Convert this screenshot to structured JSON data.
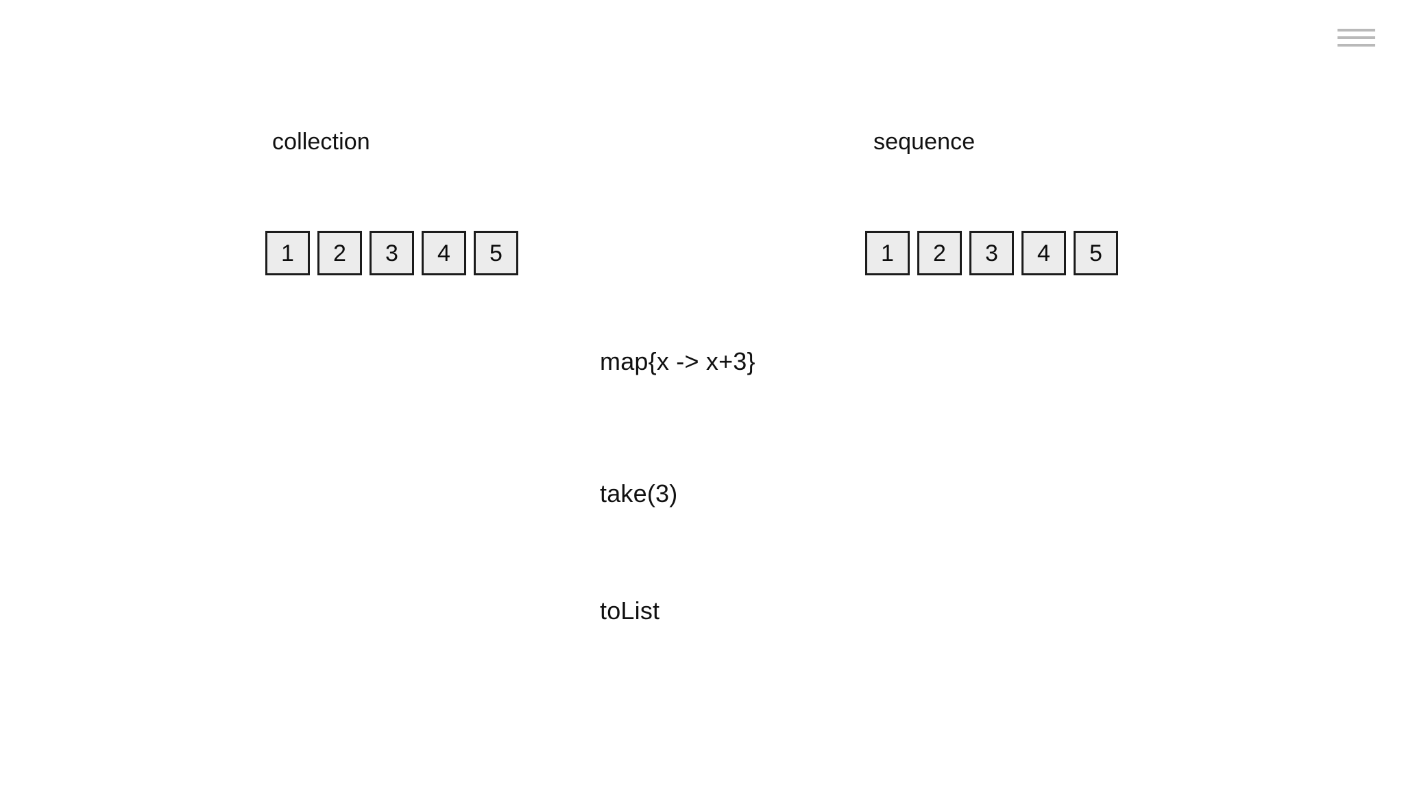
{
  "header": {
    "menu_icon": "hamburger-menu-icon",
    "menu_label": ""
  },
  "diagram": {
    "type": "sequence-vs-collection-pipeline",
    "columns": [
      {
        "id": "collection",
        "title": "collection",
        "items": [
          "1",
          "2",
          "3",
          "4",
          "5"
        ]
      },
      {
        "id": "sequence",
        "title": "sequence",
        "items": [
          "1",
          "2",
          "3",
          "4",
          "5"
        ]
      }
    ],
    "operations": [
      {
        "id": "map",
        "label": "map{x -> x+3}"
      },
      {
        "id": "take",
        "label": "take(3)"
      },
      {
        "id": "tolist",
        "label": "toList"
      }
    ],
    "colors": {
      "box_fill": "#ececec",
      "box_border": "#1c1c1c",
      "text": "#111111",
      "menu_icon": "#b9b9b9",
      "background": "#ffffff"
    }
  }
}
